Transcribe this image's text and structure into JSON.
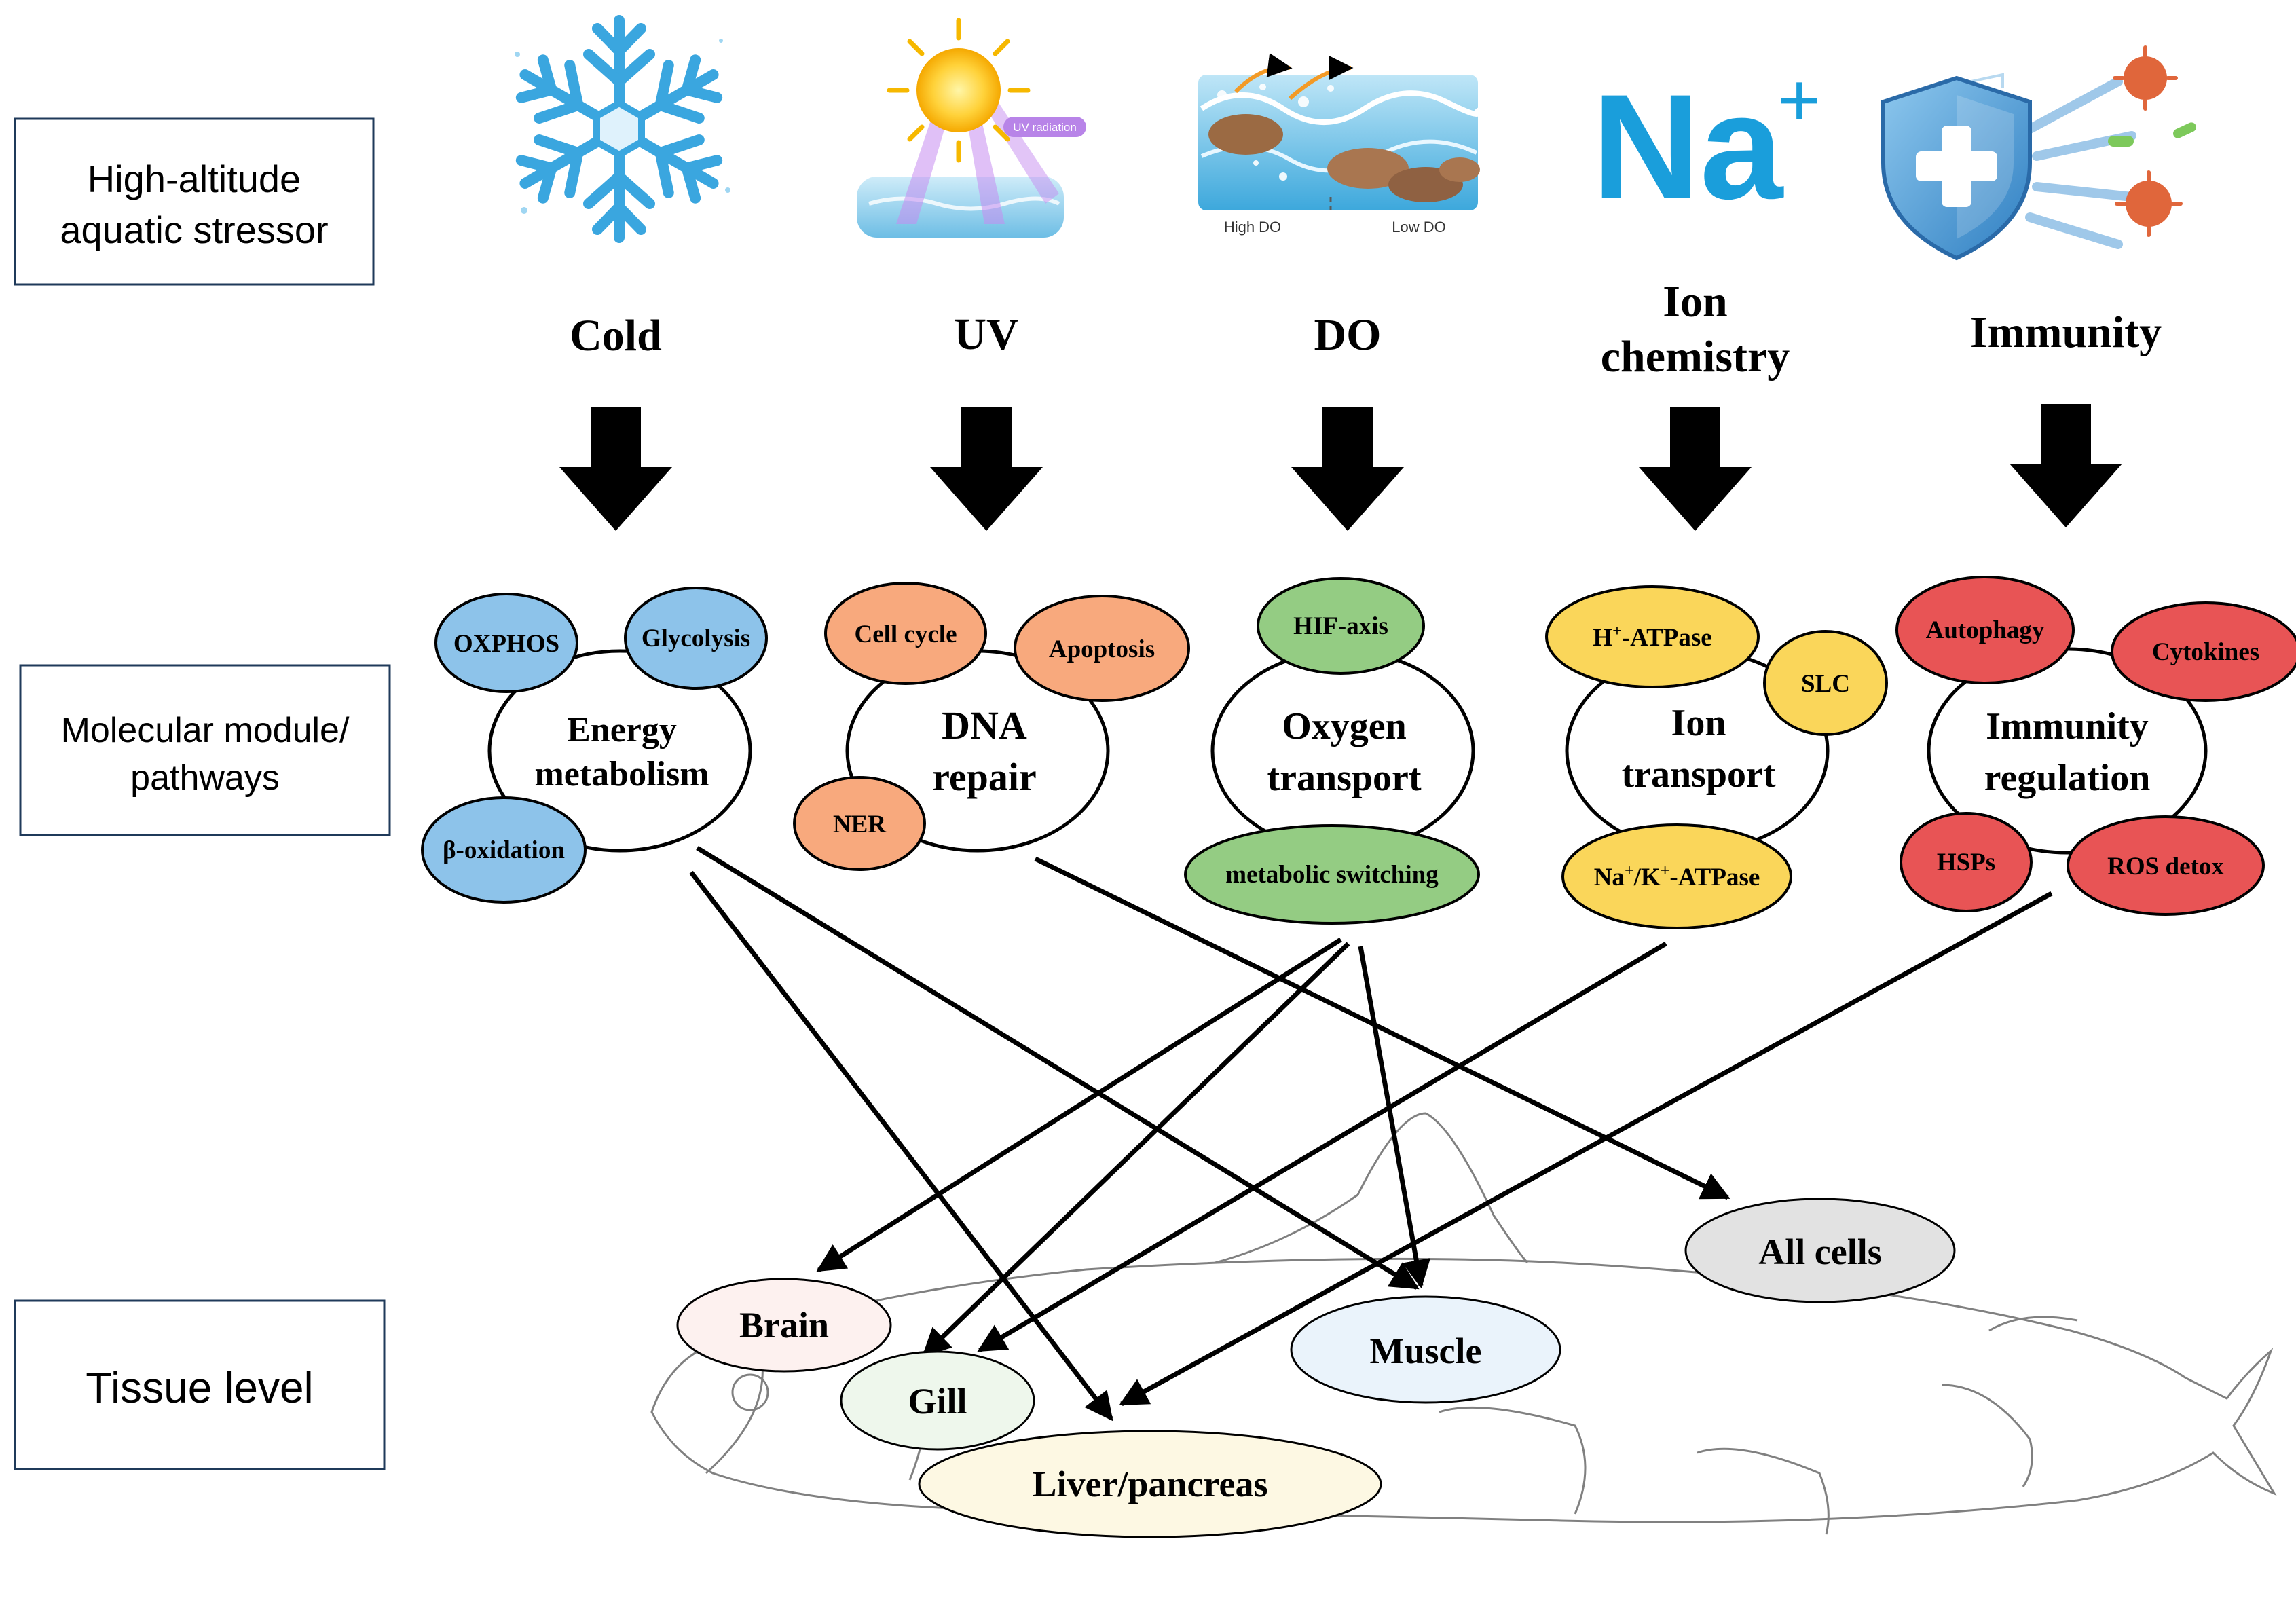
{
  "row_labels": {
    "stressor": [
      "High-altitude",
      "aquatic stressor"
    ],
    "module": [
      "Molecular module/",
      "pathways"
    ],
    "tissue": "Tissue level"
  },
  "stressors": {
    "cold": "Cold",
    "uv": "UV",
    "do": "DO",
    "ion": [
      "Ion",
      "chemistry"
    ],
    "immunity": "Immunity"
  },
  "illustration_labels": {
    "uv_tag": "UV radiation",
    "high_do": "High DO",
    "low_do": "Low DO",
    "na": "Na",
    "na_charge": "+"
  },
  "modules": {
    "energy": [
      "Energy",
      "metabolism"
    ],
    "dna": [
      "DNA",
      "repair"
    ],
    "oxygen": [
      "Oxygen",
      "transport"
    ],
    "ion": [
      "Ion",
      "transport"
    ],
    "immunity": [
      "Immunity",
      "regulation"
    ]
  },
  "pathways": {
    "oxphos": "OXPHOS",
    "glycolysis": "Glycolysis",
    "beta_oxidation": "β-oxidation",
    "cell_cycle": "Cell cycle",
    "apoptosis": "Apoptosis",
    "ner": "NER",
    "hif_axis": "HIF-axis",
    "metabolic_switching": "metabolic switching",
    "h_atpase": [
      "H",
      "+",
      "-ATPase"
    ],
    "slc": "SLC",
    "na_k_atpase": [
      "Na",
      "+",
      "/K",
      "+",
      "-ATPase"
    ],
    "autophagy": "Autophagy",
    "cytokines": "Cytokines",
    "hsps": "HSPs",
    "ros_detox": "ROS detox"
  },
  "tissues": {
    "brain": "Brain",
    "gill": "Gill",
    "liver": "Liver/pancreas",
    "muscle": "Muscle",
    "all_cells": "All cells"
  },
  "colors": {
    "blue_pathway": "#8dc3ea",
    "orange_pathway": "#f8a97d",
    "green_pathway": "#94cc83",
    "yellow_pathway": "#fad65a",
    "red_pathway": "#e85455",
    "brain_fill": "#fdf1ef",
    "gill_fill": "#eef7ec",
    "liver_fill": "#fdf8e3",
    "muscle_fill": "#eaf3fb",
    "all_cells_fill": "#e2e2e2",
    "na_text": "#1a9edb"
  }
}
